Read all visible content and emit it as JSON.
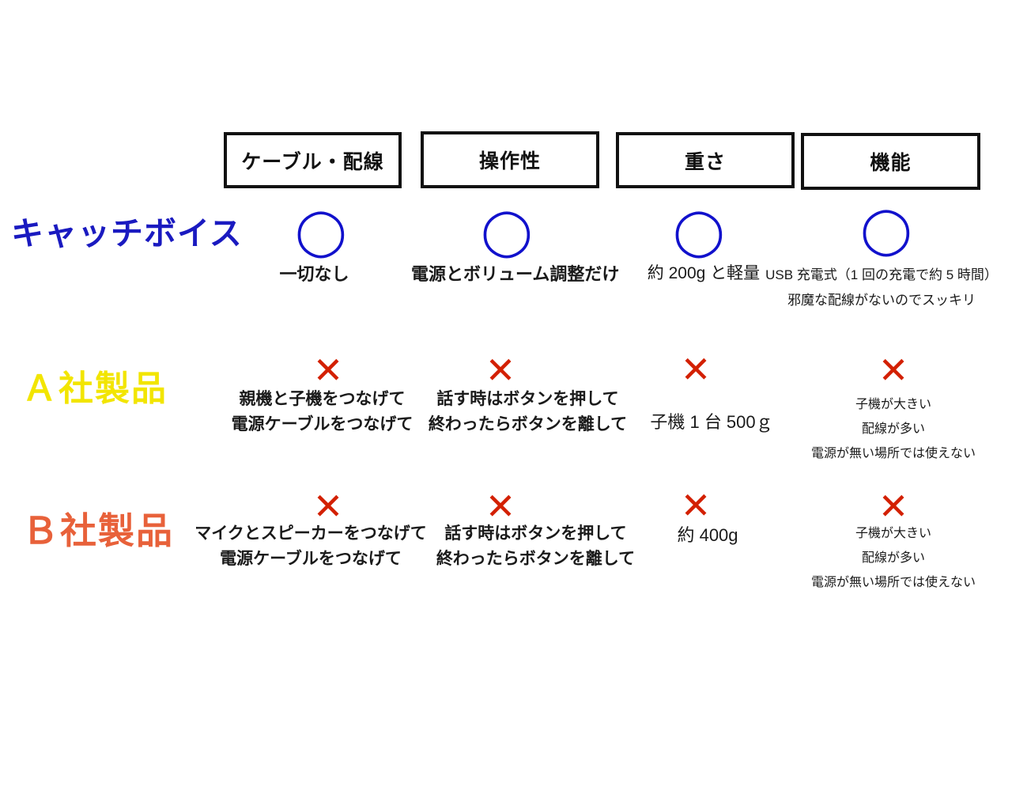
{
  "headers": [
    {
      "label": "ケーブル・配線"
    },
    {
      "label": "操作性"
    },
    {
      "label": "重さ"
    },
    {
      "label": "機能"
    }
  ],
  "marks": {
    "circle_glyph": "◯",
    "cross_glyph": "✕",
    "circle_color": "#1111cc",
    "cross_color": "#d32000"
  },
  "rows": [
    {
      "label": "キャッチボイス",
      "label_color": "#1a1ac0",
      "cells": [
        {
          "mark": "circle",
          "lines": [
            "一切なし"
          ]
        },
        {
          "mark": "circle",
          "lines": [
            "電源とボリューム調整だけ"
          ]
        },
        {
          "mark": "circle",
          "lines": [
            "約 200g と軽量"
          ]
        },
        {
          "mark": "circle",
          "lines": [
            "USB 充電式（1 回の充電で約 5 時間）",
            "邪魔な配線がないのでスッキリ"
          ]
        }
      ]
    },
    {
      "label": "Ａ社製品",
      "label_color": "#f2e500",
      "cells": [
        {
          "mark": "cross",
          "lines": [
            "親機と子機をつなげて",
            "電源ケーブルをつなげて"
          ]
        },
        {
          "mark": "cross",
          "lines": [
            "話す時はボタンを押して",
            "終わったらボタンを離して"
          ]
        },
        {
          "mark": "cross",
          "lines": [
            "子機 1 台 500ｇ"
          ]
        },
        {
          "mark": "cross",
          "lines": [
            "子機が大きい",
            "配線が多い",
            "電源が無い場所では使えない"
          ]
        }
      ]
    },
    {
      "label": "Ｂ社製品",
      "label_color": "#e8613a",
      "cells": [
        {
          "mark": "cross",
          "lines": [
            "マイクとスピーカーをつなげて",
            "電源ケーブルをつなげて"
          ]
        },
        {
          "mark": "cross",
          "lines": [
            "話す時はボタンを押して",
            "終わったらボタンを離して"
          ]
        },
        {
          "mark": "cross",
          "lines": [
            "約 400g"
          ]
        },
        {
          "mark": "cross",
          "lines": [
            "子機が大きい",
            "配線が多い",
            "電源が無い場所では使えない"
          ]
        }
      ]
    }
  ]
}
